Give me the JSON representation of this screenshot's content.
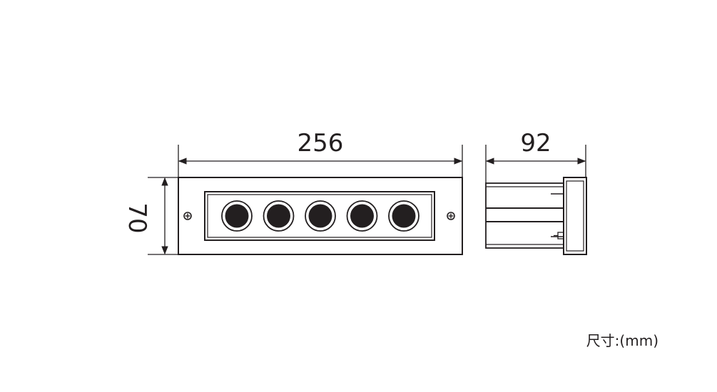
{
  "drawing": {
    "front_view": {
      "width_dimension": "256",
      "height_dimension": "70",
      "lens_count": 5
    },
    "side_view": {
      "depth_dimension": "92"
    },
    "units_note": "尺寸:(mm)",
    "colors": {
      "line": "#231f20",
      "background": "#ffffff"
    }
  }
}
